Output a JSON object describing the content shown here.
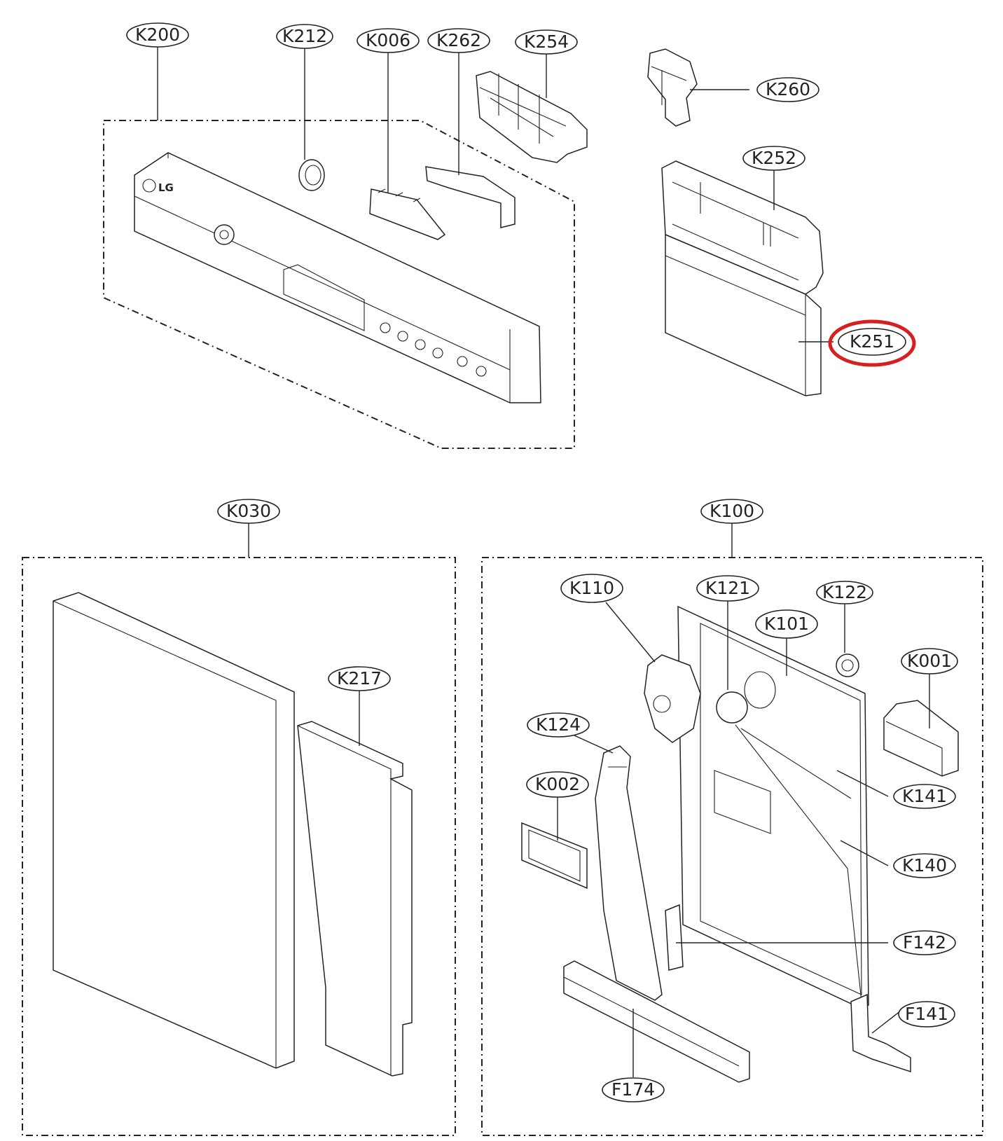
{
  "labels": {
    "K200": "K200",
    "K212": "K212",
    "K006": "K006",
    "K262": "K262",
    "K254": "K254",
    "K260": "K260",
    "K252": "K252",
    "K251": "K251",
    "K030": "K030",
    "K217": "K217",
    "K100": "K100",
    "K110": "K110",
    "K121": "K121",
    "K122": "K122",
    "K101": "K101",
    "K001": "K001",
    "K124": "K124",
    "K002": "K002",
    "K141": "K141",
    "K140": "K140",
    "F142": "F142",
    "F141": "F141",
    "F174": "F174"
  },
  "panel_logo": "LG",
  "highlighted_part": "K251",
  "colors": {
    "line": "#222222",
    "highlight": "#d61f1f",
    "background": "#ffffff"
  }
}
